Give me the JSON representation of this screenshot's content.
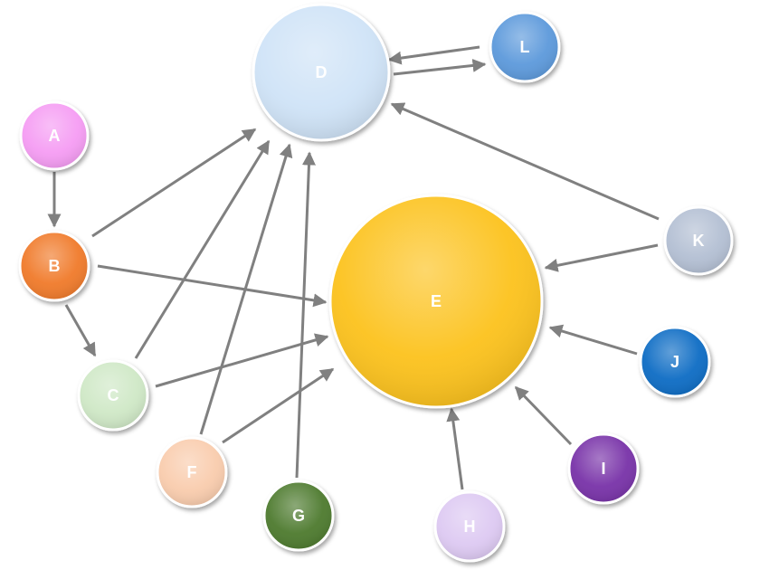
{
  "nodes": [
    {
      "id": "A",
      "label": "A",
      "color": "#f59cf3"
    },
    {
      "id": "B",
      "label": "B",
      "color": "#f07a2a"
    },
    {
      "id": "C",
      "label": "C",
      "color": "#cfe8c6"
    },
    {
      "id": "D",
      "label": "D",
      "color": "#cfe3f7"
    },
    {
      "id": "E",
      "label": "E",
      "color": "#fcc21a"
    },
    {
      "id": "F",
      "label": "F",
      "color": "#f9ccad"
    },
    {
      "id": "G",
      "label": "G",
      "color": "#4d7a2e"
    },
    {
      "id": "H",
      "label": "H",
      "color": "#ddc9f2"
    },
    {
      "id": "I",
      "label": "I",
      "color": "#7832a8"
    },
    {
      "id": "J",
      "label": "J",
      "color": "#0a6cc4"
    },
    {
      "id": "K",
      "label": "K",
      "color": "#b3bfd3"
    },
    {
      "id": "L",
      "label": "L",
      "color": "#5b99db"
    }
  ],
  "edges": [
    {
      "from": "A",
      "to": "B"
    },
    {
      "from": "B",
      "to": "D"
    },
    {
      "from": "B",
      "to": "E"
    },
    {
      "from": "B",
      "to": "C"
    },
    {
      "from": "C",
      "to": "D"
    },
    {
      "from": "C",
      "to": "E"
    },
    {
      "from": "F",
      "to": "D"
    },
    {
      "from": "F",
      "to": "E"
    },
    {
      "from": "G",
      "to": "D"
    },
    {
      "from": "H",
      "to": "E"
    },
    {
      "from": "I",
      "to": "E"
    },
    {
      "from": "J",
      "to": "E"
    },
    {
      "from": "K",
      "to": "E"
    },
    {
      "from": "K",
      "to": "D"
    },
    {
      "from": "L",
      "to": "D"
    },
    {
      "from": "D",
      "to": "L"
    }
  ],
  "edge_color": "#808080"
}
